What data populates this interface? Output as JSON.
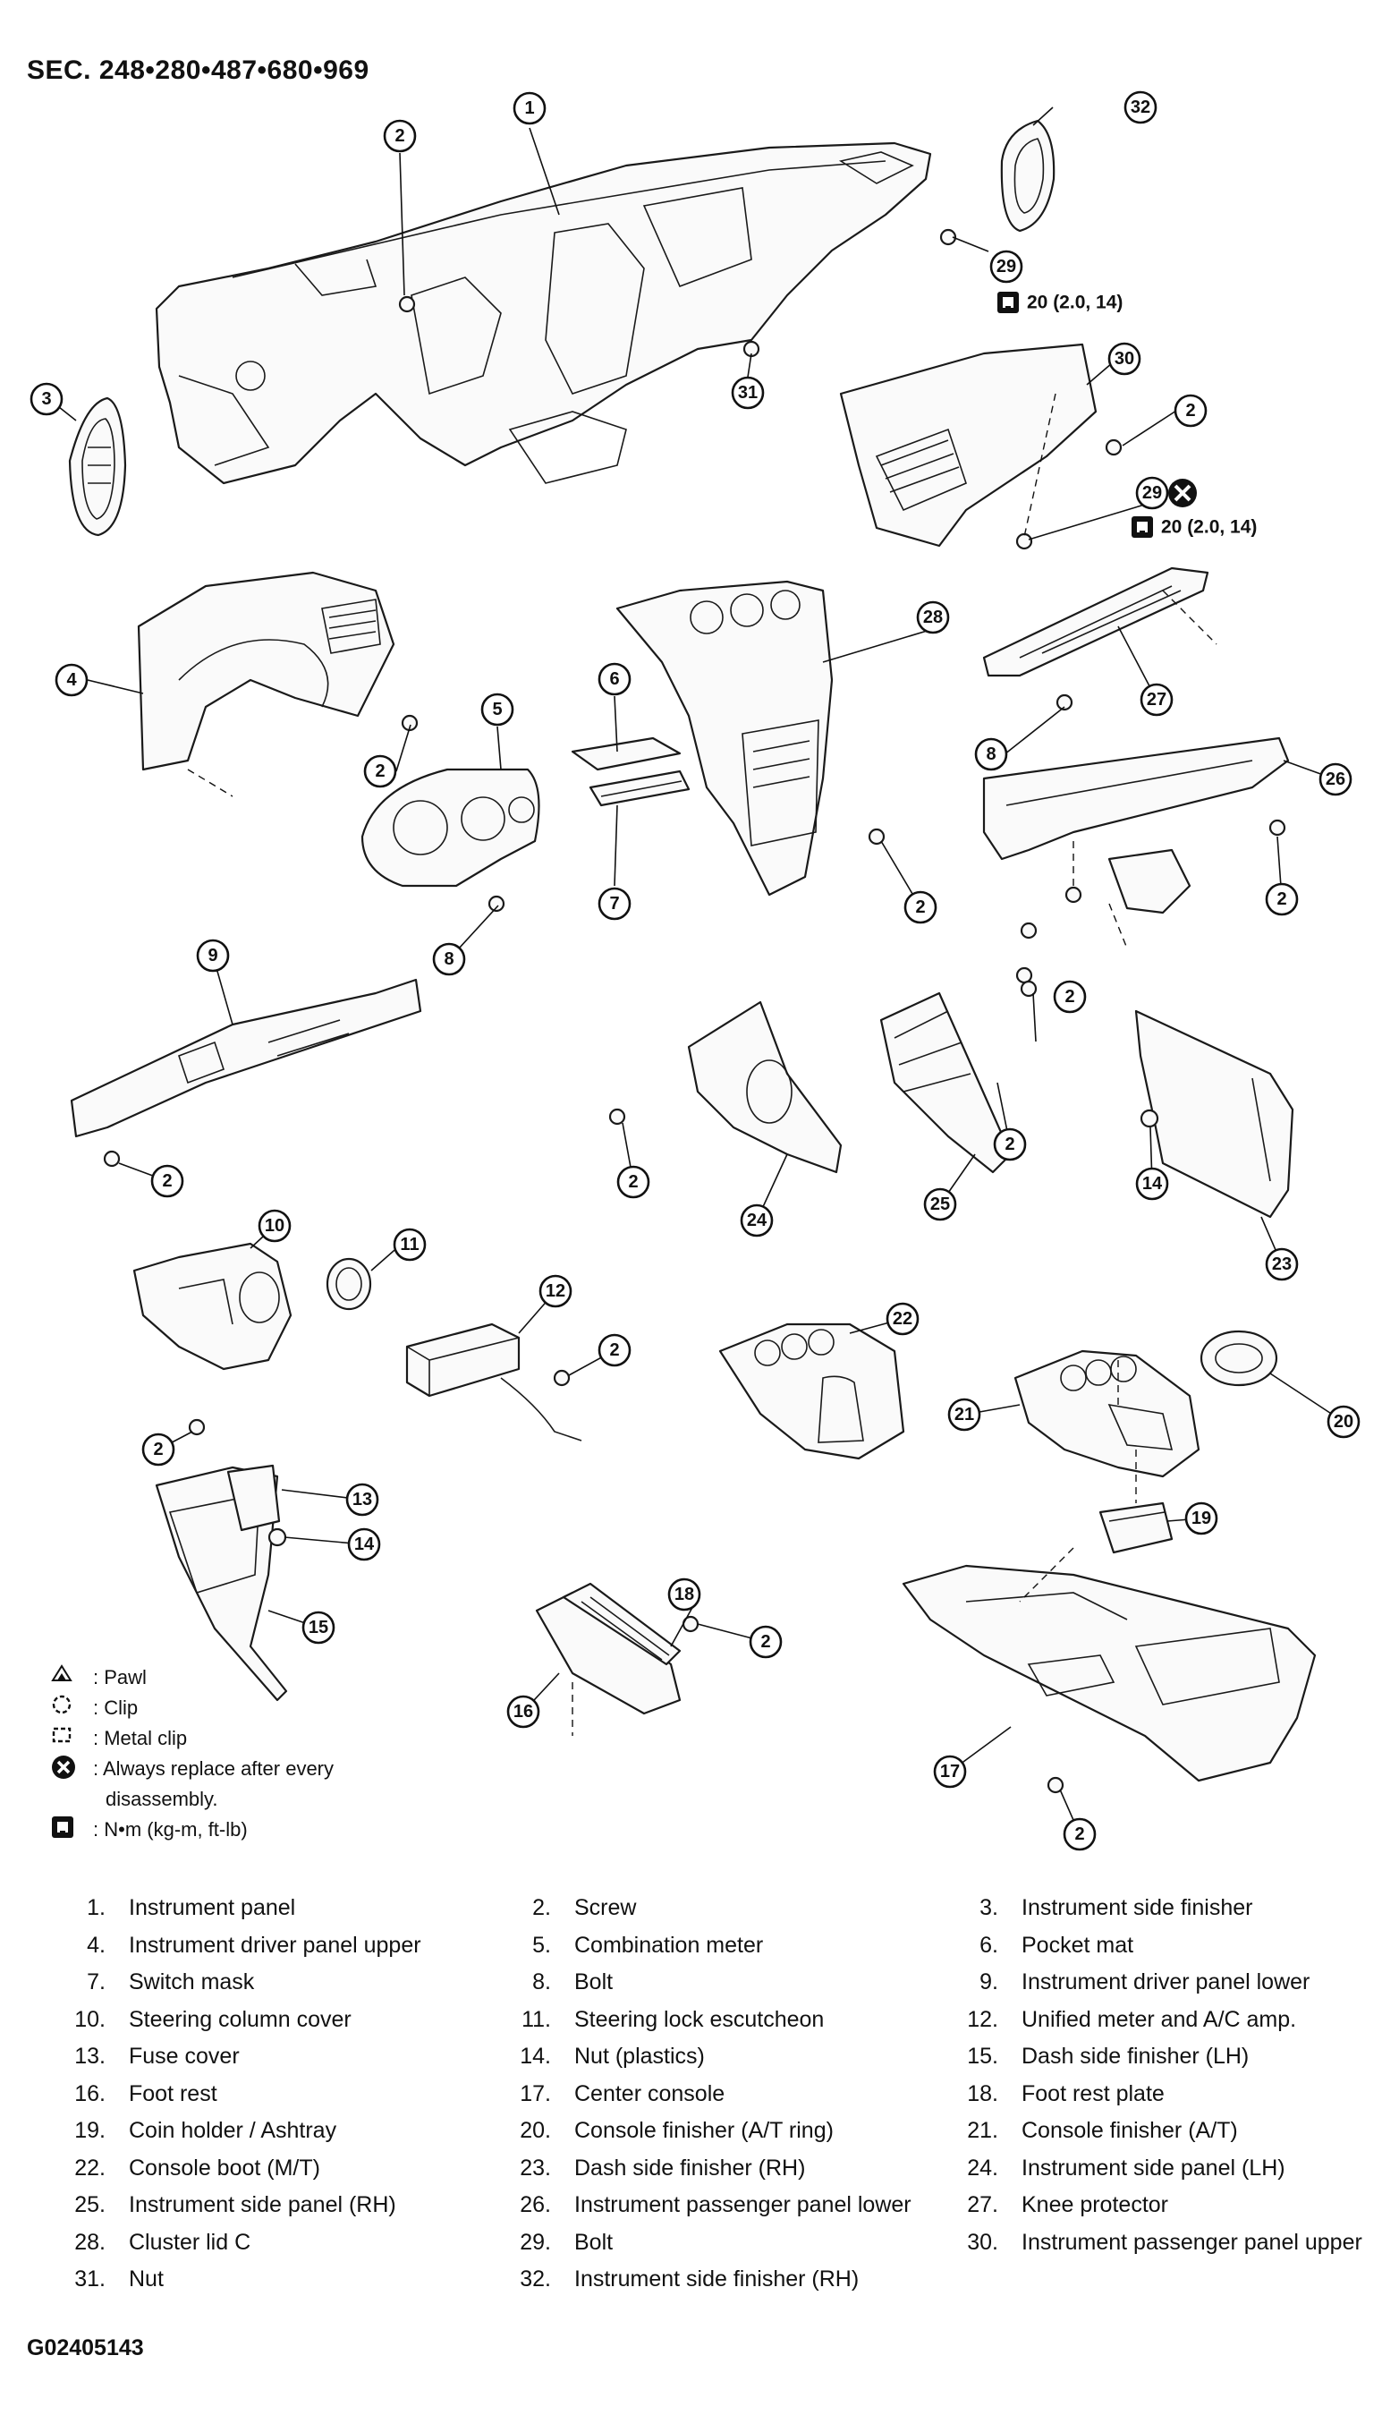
{
  "header": {
    "section": "SEC. 248•280•487•680•969"
  },
  "callouts": {
    "n1": "1",
    "n2": "2",
    "n3": "3",
    "n4": "4",
    "n5": "5",
    "n6": "6",
    "n7": "7",
    "n8": "8",
    "n9": "9",
    "n10": "10",
    "n11": "11",
    "n12": "12",
    "n13": "13",
    "n14": "14",
    "n15": "15",
    "n16": "16",
    "n17": "17",
    "n18": "18",
    "n19": "19",
    "n20": "20",
    "n21": "21",
    "n22": "22",
    "n23": "23",
    "n24": "24",
    "n25": "25",
    "n26": "26",
    "n27": "27",
    "n28": "28",
    "n29": "29",
    "n30": "30",
    "n31": "31",
    "n32": "32"
  },
  "torque": {
    "value": "20 (2.0, 14)"
  },
  "legend": {
    "pawl": ": Pawl",
    "clip": ": Clip",
    "metal_clip": ": Metal clip",
    "replace_line1": ": Always replace after every",
    "replace_line2": "disassembly.",
    "torque_units": ": N•m (kg-m, ft-lb)"
  },
  "parts": [
    {
      "num": "1.",
      "name": "Instrument panel"
    },
    {
      "num": "2.",
      "name": "Screw"
    },
    {
      "num": "3.",
      "name": "Instrument side finisher"
    },
    {
      "num": "4.",
      "name": "Instrument driver panel upper"
    },
    {
      "num": "5.",
      "name": "Combination meter"
    },
    {
      "num": "6.",
      "name": "Pocket mat"
    },
    {
      "num": "7.",
      "name": "Switch mask"
    },
    {
      "num": "8.",
      "name": "Bolt"
    },
    {
      "num": "9.",
      "name": "Instrument driver panel lower"
    },
    {
      "num": "10.",
      "name": "Steering column cover"
    },
    {
      "num": "11.",
      "name": "Steering lock escutcheon"
    },
    {
      "num": "12.",
      "name": "Unified meter and A/C amp."
    },
    {
      "num": "13.",
      "name": "Fuse cover"
    },
    {
      "num": "14.",
      "name": "Nut (plastics)"
    },
    {
      "num": "15.",
      "name": "Dash side finisher (LH)"
    },
    {
      "num": "16.",
      "name": "Foot rest"
    },
    {
      "num": "17.",
      "name": "Center console"
    },
    {
      "num": "18.",
      "name": "Foot rest plate"
    },
    {
      "num": "19.",
      "name": "Coin holder / Ashtray"
    },
    {
      "num": "20.",
      "name": "Console finisher (A/T ring)"
    },
    {
      "num": "21.",
      "name": "Console finisher (A/T)"
    },
    {
      "num": "22.",
      "name": "Console boot (M/T)"
    },
    {
      "num": "23.",
      "name": "Dash side finisher (RH)"
    },
    {
      "num": "24.",
      "name": "Instrument side panel (LH)"
    },
    {
      "num": "25.",
      "name": "Instrument side panel (RH)"
    },
    {
      "num": "26.",
      "name": "Instrument passenger panel lower"
    },
    {
      "num": "27.",
      "name": "Knee protector"
    },
    {
      "num": "28.",
      "name": "Cluster lid C"
    },
    {
      "num": "29.",
      "name": "Bolt"
    },
    {
      "num": "30.",
      "name": "Instrument passenger panel upper"
    },
    {
      "num": "31.",
      "name": "Nut"
    },
    {
      "num": "32.",
      "name": "Instrument side finisher (RH)"
    }
  ],
  "figure_code": "G02405143"
}
